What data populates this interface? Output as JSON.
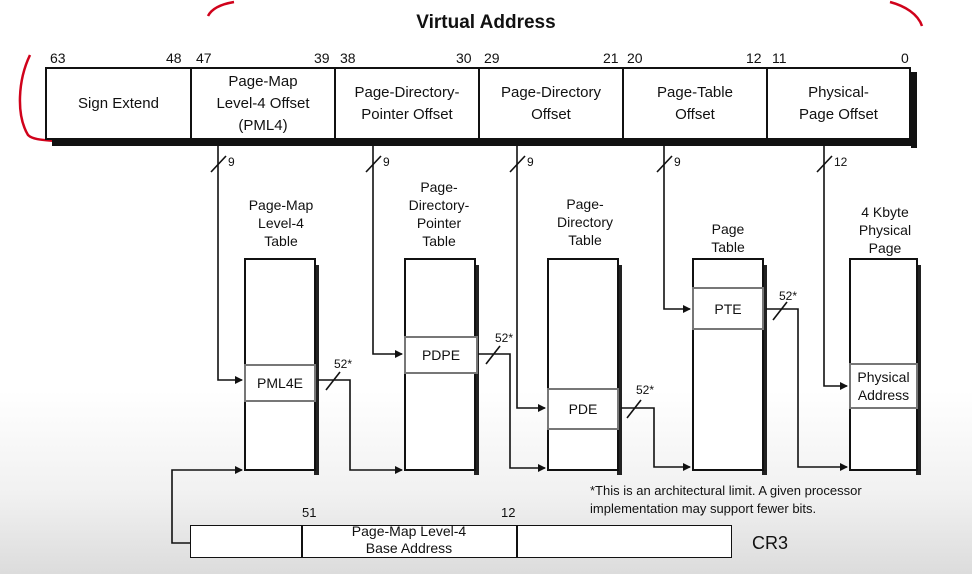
{
  "title": "Virtual Address",
  "bit_numbers": [
    "63",
    "48",
    "47",
    "39",
    "38",
    "30",
    "29",
    "21",
    "20",
    "12",
    "11",
    "0"
  ],
  "fields": [
    {
      "label": "Sign Extend"
    },
    {
      "label": "Page-Map\nLevel-4 Offset\n(PML4)"
    },
    {
      "label": "Page-Directory-\nPointer Offset"
    },
    {
      "label": "Page-Directory\nOffset"
    },
    {
      "label": "Page-Table\nOffset"
    },
    {
      "label": "Physical-\nPage Offset"
    }
  ],
  "widths": [
    "9",
    "9",
    "9",
    "9",
    "12"
  ],
  "tables": [
    {
      "label": "Page-Map\nLevel-4\nTable",
      "entry": "PML4E"
    },
    {
      "label": "Page-\nDirectory-\nPointer\nTable",
      "entry": "PDPE"
    },
    {
      "label": "Page-\nDirectory\nTable",
      "entry": "PDE"
    },
    {
      "label": "Page\nTable",
      "entry": "PTE"
    },
    {
      "label": "4 Kbyte\nPhysical\nPage",
      "entry": "Physical\nAddress"
    }
  ],
  "pointer_width": "52*",
  "footnote": "*This is an architectural limit. A given processor\n  implementation may support fewer bits.",
  "cr3": {
    "field_label": "Page-Map Level-4\nBase Address",
    "bit_high": "51",
    "bit_low": "12",
    "name": "CR3"
  },
  "colors": {
    "annotation": "#d0021b",
    "line": "#111111"
  }
}
